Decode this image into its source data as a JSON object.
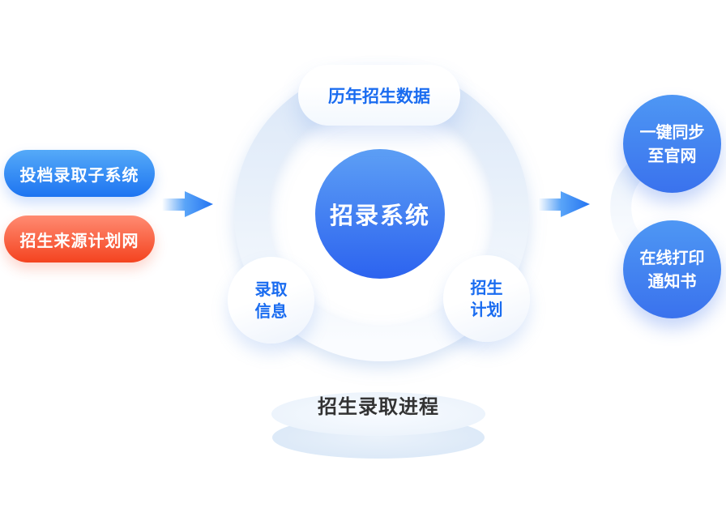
{
  "sources": [
    {
      "label": "投档录取子系统"
    },
    {
      "label": "招生来源计划网"
    }
  ],
  "hub": {
    "core_label": "招录系统",
    "top_label": "历年招生数据",
    "bottom_left_label": "录取\n信息",
    "bottom_right_label": "招生\n计划"
  },
  "outputs": [
    {
      "label": "一键同步\n至官网"
    },
    {
      "label": "在线打印\n通知书"
    }
  ],
  "base_label": "招生录取进程",
  "colors": {
    "source_blue_top": "#55AAF8",
    "source_blue_bottom": "#1D74F1",
    "source_red_top": "#FF8B72",
    "source_red_bottom": "#F4431F",
    "core_blue_top": "#5D9FF5",
    "core_blue_bottom": "#2C63EF",
    "output_blue_top": "#4E97F4",
    "output_blue_bottom": "#3A72ED",
    "node_text_blue": "#1A6CF0",
    "arrow_blue": "#2E7FF3",
    "ring_light_blue": "#DCE8F8",
    "base_text": "#333333"
  }
}
